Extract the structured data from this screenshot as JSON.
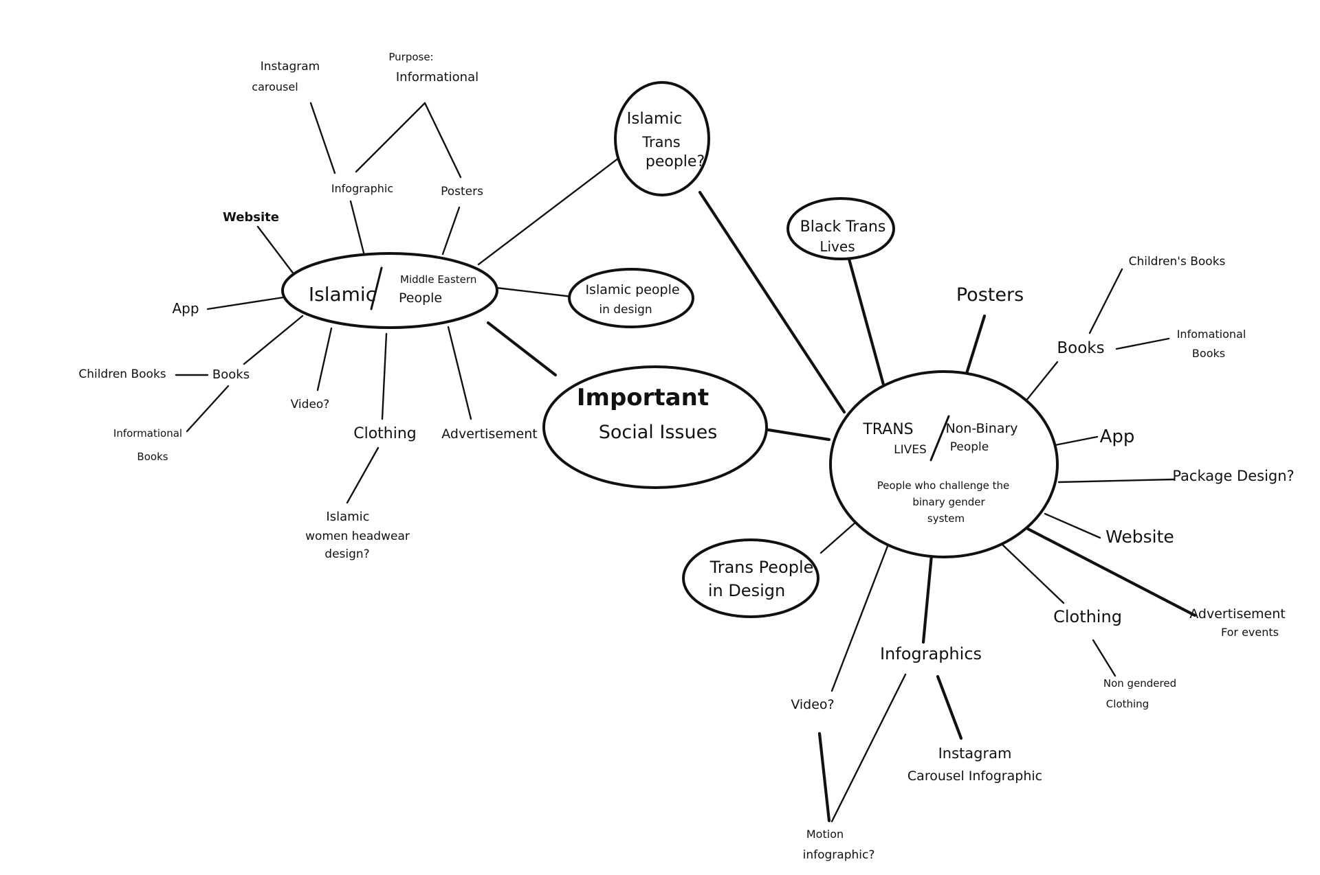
{
  "center": {
    "line1": "Important",
    "line2": "Social Issues"
  },
  "islamic_hub": {
    "main": "Islamic",
    "sub_line1": "Middle Eastern",
    "sub_line2": "People"
  },
  "islamic_trans": {
    "line1": "Islamic",
    "line2": "Trans",
    "line3": "people?"
  },
  "islamic_design": {
    "line1": "Islamic people",
    "line2": "in design"
  },
  "trans_hub": {
    "left_line1": "TRANS",
    "left_line2": "LIVES",
    "right_line1": "Non-Binary",
    "right_line2": "People",
    "desc_line1": "People who challenge the",
    "desc_line2": "binary gender",
    "desc_line3": "system"
  },
  "black_trans": {
    "line1": "Black Trans",
    "line2": "Lives"
  },
  "trans_design": {
    "line1": "Trans People",
    "line2": "in Design"
  },
  "islamic_branches": {
    "instagram": {
      "line1": "Instagram",
      "line2": "carousel"
    },
    "purpose": {
      "line1": "Purpose:",
      "line2": "Informational"
    },
    "infographic": "Infographic",
    "posters": "Posters",
    "website": "Website",
    "app": "App",
    "books": "Books",
    "children_books": "Children Books",
    "informational_books": {
      "line1": "Informational",
      "line2": "Books"
    },
    "video": "Video?",
    "clothing": "Clothing",
    "advertisement": "Advertisement",
    "headwear": {
      "line1": "Islamic",
      "line2": "women headwear",
      "line3": "design?"
    }
  },
  "trans_branches": {
    "posters": "Posters",
    "books": "Books",
    "childrens_books": "Children's Books",
    "infomational_books": {
      "line1": "Infomational",
      "line2": "Books"
    },
    "app": "App",
    "package": "Package Design?",
    "website": "Website",
    "advertisement": {
      "line1": "Advertisement",
      "line2": "For events"
    },
    "clothing": "Clothing",
    "non_gendered": {
      "line1": "Non gendered",
      "line2": "Clothing"
    },
    "infographics": "Infographics",
    "instagram": {
      "line1": "Instagram",
      "line2": "Carousel Infographic"
    },
    "video": "Video?",
    "motion": {
      "line1": "Motion",
      "line2": "infographic?"
    }
  }
}
